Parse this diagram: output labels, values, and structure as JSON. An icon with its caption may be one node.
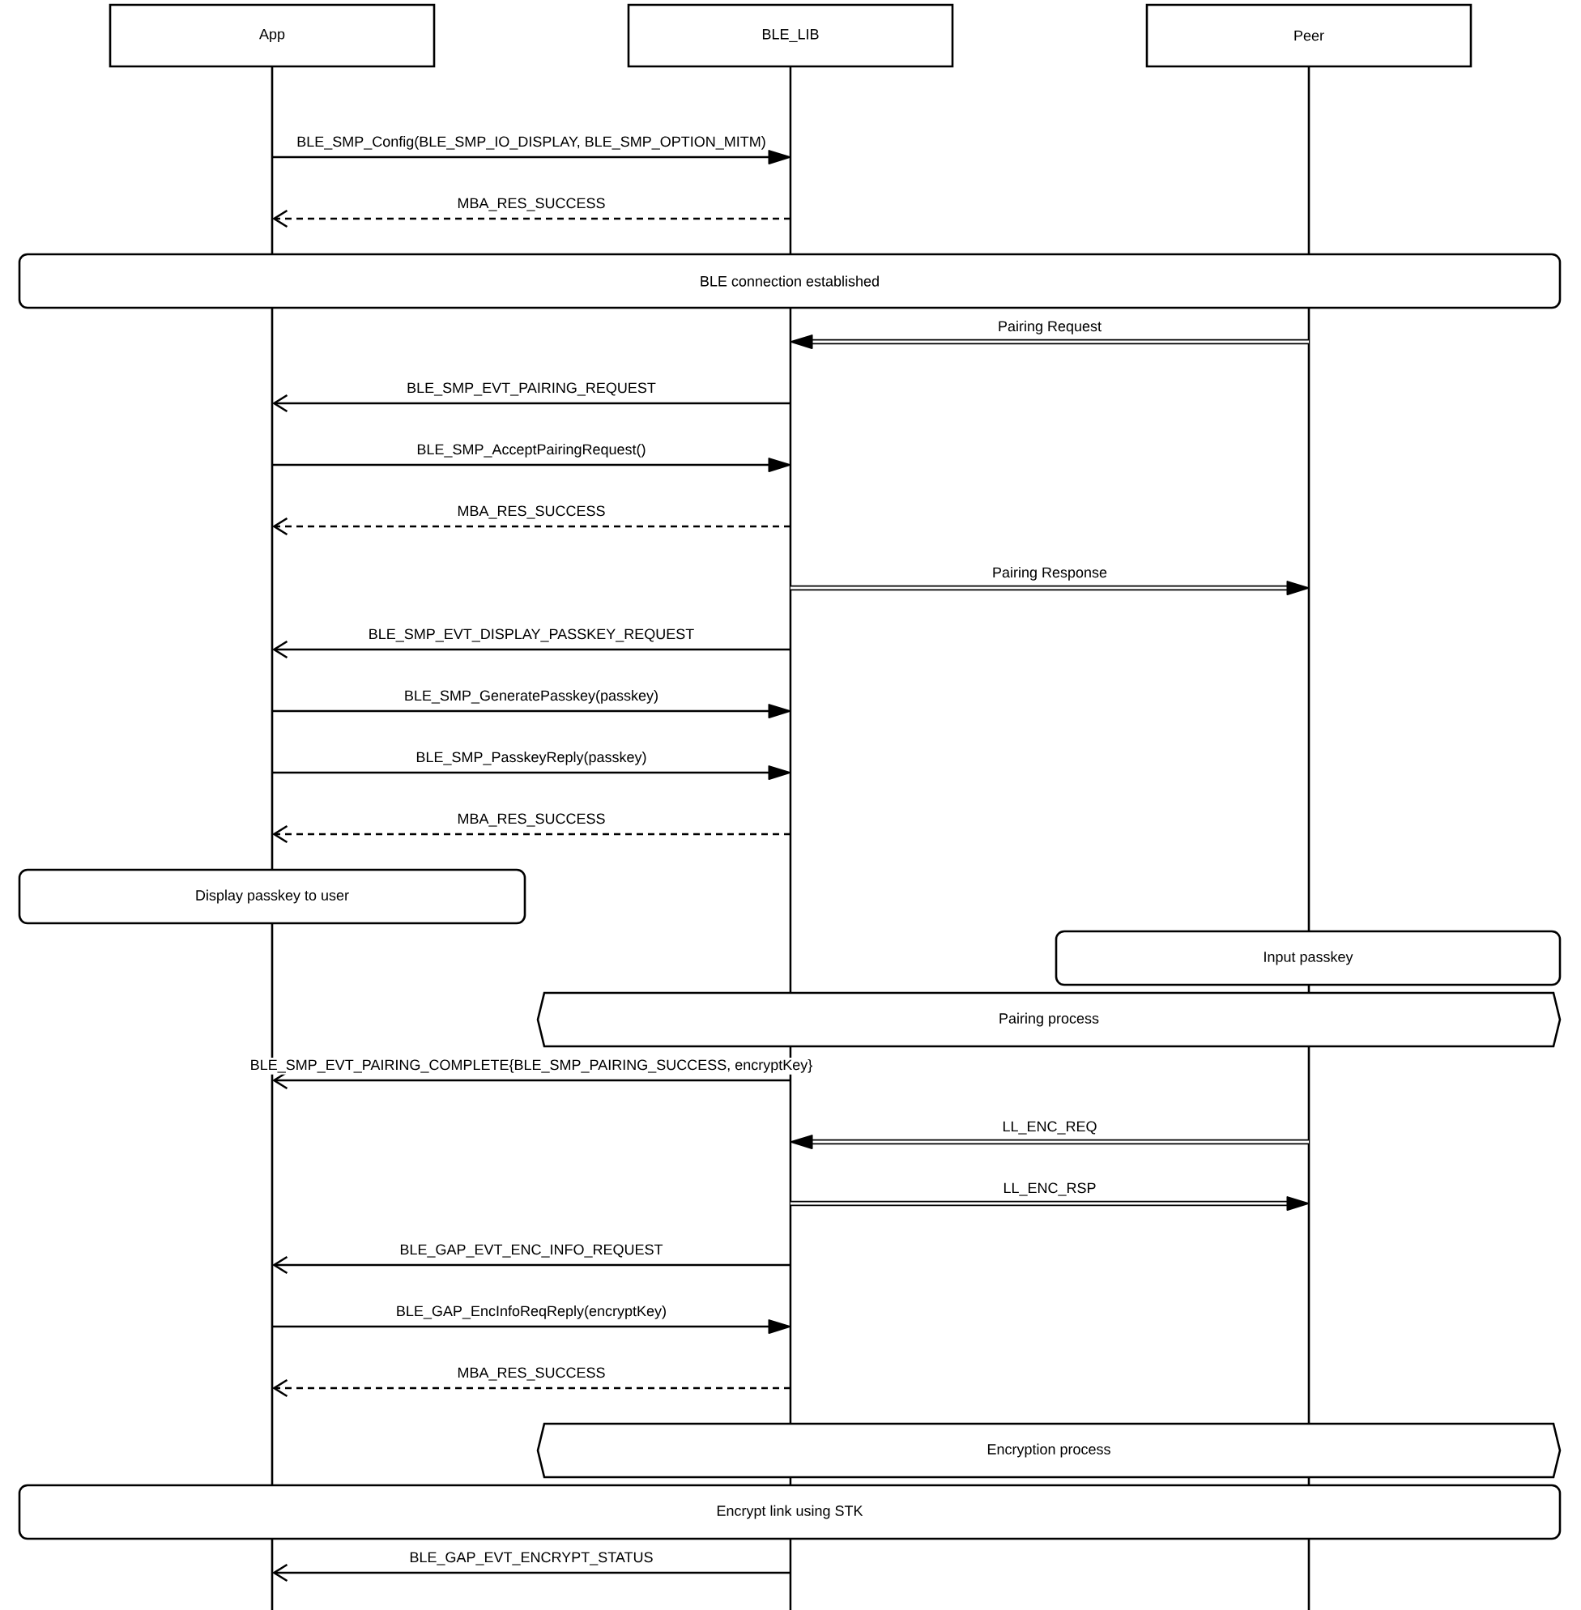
{
  "diagram": {
    "nodes": [
      {
        "text": [
          "App"
        ]
      },
      {
        "text": [
          "BLE_LIB"
        ]
      },
      {
        "text": [
          "Peer"
        ]
      },
      {
        "text": [
          "BLE connection established"
        ]
      },
      {
        "text": [
          "Display passkey to user"
        ]
      },
      {
        "text": [
          "Input passkey"
        ]
      },
      {
        "text": [
          "Pairing process"
        ]
      },
      {
        "text": [
          "Encryption process"
        ]
      },
      {
        "text": [
          "Encrypt link using STK"
        ]
      }
    ],
    "edges": [
      {
        "from": 0,
        "to": 1,
        "arrow": "to",
        "label": "BLE_SMP_Config(BLE_SMP_IO_DISPLAY, BLE_SMP_OPTION_MITM)"
      },
      {
        "from": 1,
        "to": 0,
        "arrow": "to",
        "label": "MBA_RES_SUCCESS",
        "style": "dashed"
      },
      {
        "from": 2,
        "to": 1,
        "arrow": "to",
        "label": "Pairing Request",
        "style": "thick"
      },
      {
        "from": 1,
        "to": 0,
        "arrow": "to",
        "label": "BLE_SMP_EVT_PAIRING_REQUEST"
      },
      {
        "from": 0,
        "to": 1,
        "arrow": "to",
        "label": "BLE_SMP_AcceptPairingRequest()"
      },
      {
        "from": 1,
        "to": 0,
        "arrow": "to",
        "label": "MBA_RES_SUCCESS",
        "style": "dashed"
      },
      {
        "from": 1,
        "to": 2,
        "arrow": "to",
        "label": "Pairing Response",
        "style": "thick"
      },
      {
        "from": 1,
        "to": 0,
        "arrow": "to",
        "label": "BLE_SMP_EVT_DISPLAY_PASSKEY_REQUEST"
      },
      {
        "from": 0,
        "to": 1,
        "arrow": "to",
        "label": "BLE_SMP_GeneratePasskey(passkey)"
      },
      {
        "from": 0,
        "to": 1,
        "arrow": "to",
        "label": "BLE_SMP_PasskeyReply(passkey)"
      },
      {
        "from": 1,
        "to": 0,
        "arrow": "to",
        "label": "MBA_RES_SUCCESS",
        "style": "dashed"
      },
      {
        "from": 1,
        "to": 0,
        "arrow": "to",
        "label": "BLE_SMP_EVT_PAIRING_COMPLETE{BLE_SMP_PAIRING_SUCCESS, encryptKey}"
      },
      {
        "from": 2,
        "to": 1,
        "arrow": "to",
        "label": "LL_ENC_REQ",
        "style": "thick"
      },
      {
        "from": 1,
        "to": 2,
        "arrow": "to",
        "label": "LL_ENC_RSP",
        "style": "thick"
      },
      {
        "from": 1,
        "to": 0,
        "arrow": "to",
        "label": "BLE_GAP_EVT_ENC_INFO_REQUEST"
      },
      {
        "from": 0,
        "to": 1,
        "arrow": "to",
        "label": "BLE_GAP_EncInfoReqReply(encryptKey)"
      },
      {
        "from": 1,
        "to": 0,
        "arrow": "to",
        "label": "MBA_RES_SUCCESS",
        "style": "dashed"
      },
      {
        "from": 1,
        "to": 0,
        "arrow": "to",
        "label": "BLE_GAP_EVT_ENCRYPT_STATUS"
      }
    ]
  }
}
